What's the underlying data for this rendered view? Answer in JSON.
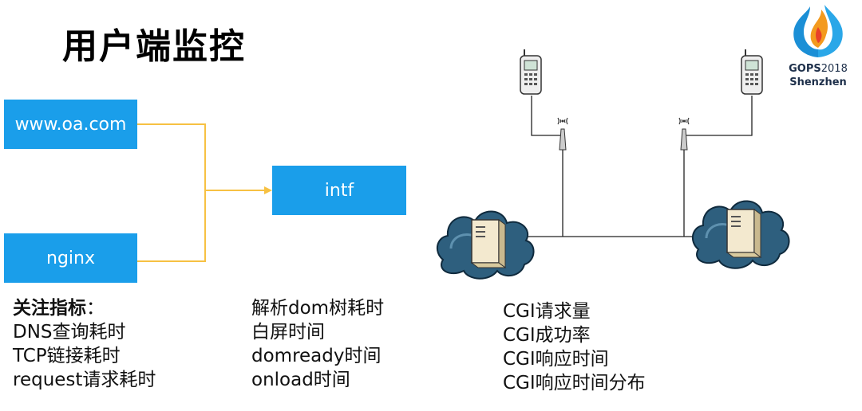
{
  "title": "用户端监控",
  "boxes": {
    "www": "www.oa.com",
    "nginx": "nginx",
    "intf": "intf"
  },
  "focus_metrics": {
    "heading": "关注指标",
    "colon": "：",
    "items": [
      "DNS查询耗时",
      "TCP链接耗时",
      "request请求耗时"
    ]
  },
  "page_metrics": {
    "items": [
      "解析dom树耗时",
      "白屏时间",
      "domready时间",
      "onload时间"
    ]
  },
  "cgi_metrics": {
    "items": [
      "CGI请求量",
      "CGI成功率",
      "CGI响应时间",
      "CGI响应时间分布"
    ]
  },
  "logo": {
    "line1_a": "GOPS",
    "line1_b": "2018",
    "line2": "Shenzhen"
  },
  "colors": {
    "box": "#1a9eea",
    "connector": "#f7c143",
    "title": "#000000"
  },
  "icons": [
    "mobile-phone-icon",
    "antenna-icon",
    "server-cloud-icon"
  ]
}
